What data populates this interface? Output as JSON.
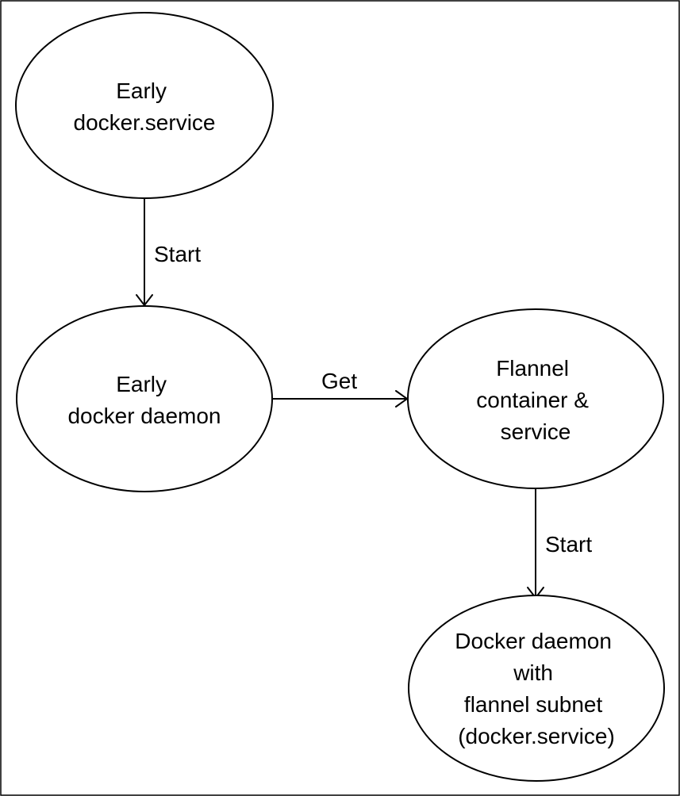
{
  "nodes": [
    {
      "id": "early-docker-service",
      "lines": [
        "Early",
        "docker.service"
      ]
    },
    {
      "id": "early-docker-daemon",
      "lines": [
        "Early",
        "docker daemon"
      ]
    },
    {
      "id": "flannel-container-service",
      "lines": [
        "Flannel",
        "container &",
        "service"
      ]
    },
    {
      "id": "docker-daemon-flannel",
      "lines": [
        "Docker daemon",
        "with",
        "flannel subnet",
        "(docker.service)"
      ]
    }
  ],
  "edges": [
    {
      "id": "start-1",
      "label": "Start"
    },
    {
      "id": "get",
      "label": "Get"
    },
    {
      "id": "start-2",
      "label": "Start"
    }
  ]
}
